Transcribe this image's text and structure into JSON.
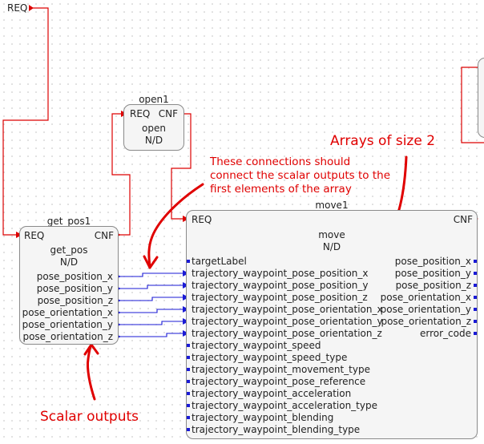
{
  "top_left_event": "REQ",
  "open1": {
    "instance_name": "open1",
    "type_name": "open",
    "status": "N/D",
    "event_in": "REQ",
    "event_out": "CNF"
  },
  "get_pos1": {
    "instance_name": "get_pos1",
    "type_name": "get_pos",
    "status": "N/D",
    "event_in": "REQ",
    "event_out": "CNF",
    "outputs": [
      "pose_position_x",
      "pose_position_y",
      "pose_position_z",
      "pose_orientation_x",
      "pose_orientation_y",
      "pose_orientation_z"
    ]
  },
  "move1": {
    "instance_name": "move1",
    "type_name": "move",
    "status": "N/D",
    "event_in": "REQ",
    "event_out": "CNF",
    "inputs": [
      "targetLabel",
      "trajectory_waypoint_pose_position_x",
      "trajectory_waypoint_pose_position_y",
      "trajectory_waypoint_pose_position_z",
      "trajectory_waypoint_pose_orientation_x",
      "trajectory_waypoint_pose_orientation_y",
      "trajectory_waypoint_pose_orientation_z",
      "trajectory_waypoint_speed",
      "trajectory_waypoint_speed_type",
      "trajectory_waypoint_movement_type",
      "trajectory_waypoint_pose_reference",
      "trajectory_waypoint_acceleration",
      "trajectory_waypoint_acceleration_type",
      "trajectory_waypoint_blending",
      "trajectory_waypoint_blending_type"
    ],
    "outputs": [
      "pose_position_x",
      "pose_position_y",
      "pose_position_z",
      "pose_orientation_x",
      "pose_orientation_y",
      "pose_orientation_z",
      "error_code"
    ]
  },
  "annotations": {
    "arrays_note": "Arrays of size 2",
    "connections_note": [
      "These connections should",
      "connect the scalar outputs to the",
      "first elements of the array"
    ],
    "scalar_note": "Scalar outputs"
  },
  "colors": {
    "event_wire": "#dd0000",
    "data_wire": "#1a1ad6",
    "annotation": "#e00000",
    "block_fill": "#f5f5f5",
    "block_border": "#8a8a8a"
  }
}
